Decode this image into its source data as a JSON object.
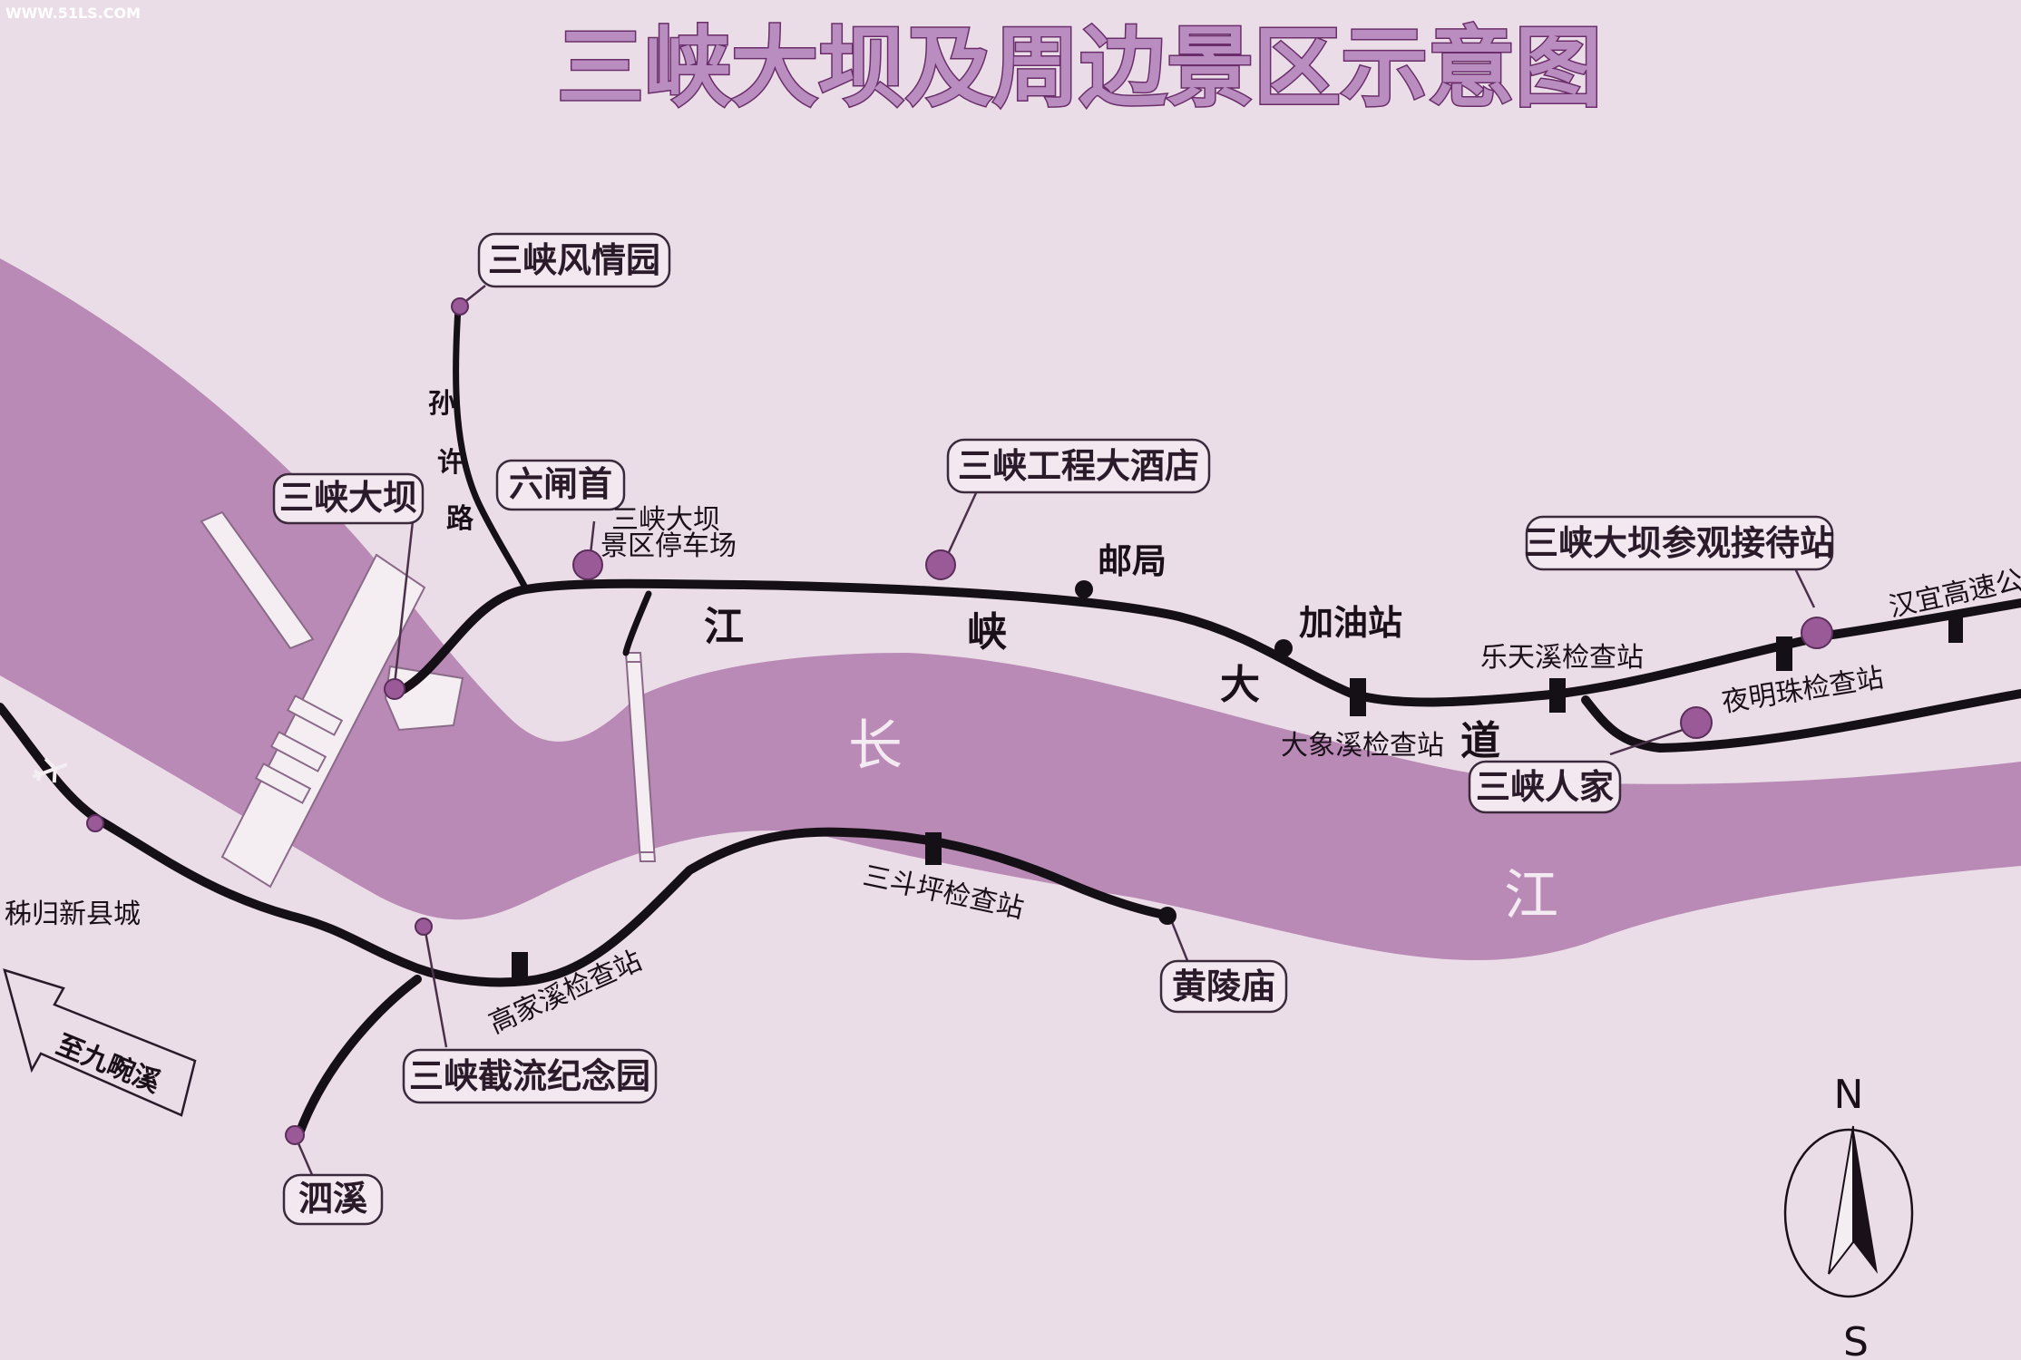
{
  "title": "三峡大坝及周边景区示意图",
  "watermark": "WWW.51LS.COM",
  "river": {
    "chars": [
      "长",
      "江"
    ]
  },
  "road_name_chars": [
    "江",
    "峡",
    "大",
    "道"
  ],
  "sunxu_road_chars": [
    "孙",
    "许",
    "路"
  ],
  "boxed_labels": {
    "fengqing": "三峡风情园",
    "sanxia_dam": "三峡大坝",
    "liuzhashou": "六闸首",
    "hotel": "三峡工程大酒店",
    "reception": "三峡大坝参观接待站",
    "renjia": "三峡人家",
    "huanglingmiao": "黄陵庙",
    "jieliu": "三峡截流纪念园",
    "sixi": "泗溪"
  },
  "plain_labels": {
    "post_office": "邮局",
    "gas_station": "加油站",
    "parking_line1": "三峡大坝",
    "parking_line2": "景区停车场",
    "letianxi": "乐天溪检查站",
    "daxiangxi": "大象溪检查站",
    "yemingzhu": "夜明珠检查站",
    "hanyi": "汉宜高速公路",
    "sandouping": "三斗坪检查站",
    "gaojiaxi": "高家溪检查站",
    "zigui": "秭归新县城",
    "to_jiuwanxi": "至九畹溪"
  },
  "compass": {
    "north": "N",
    "south": "S"
  },
  "colors": {
    "background": "#ebdde7",
    "river": "#b98ab5",
    "road": "#151015",
    "poi": "#9a5a98",
    "title_fill": "#b98dc0",
    "title_stroke": "#6a2f6a"
  }
}
